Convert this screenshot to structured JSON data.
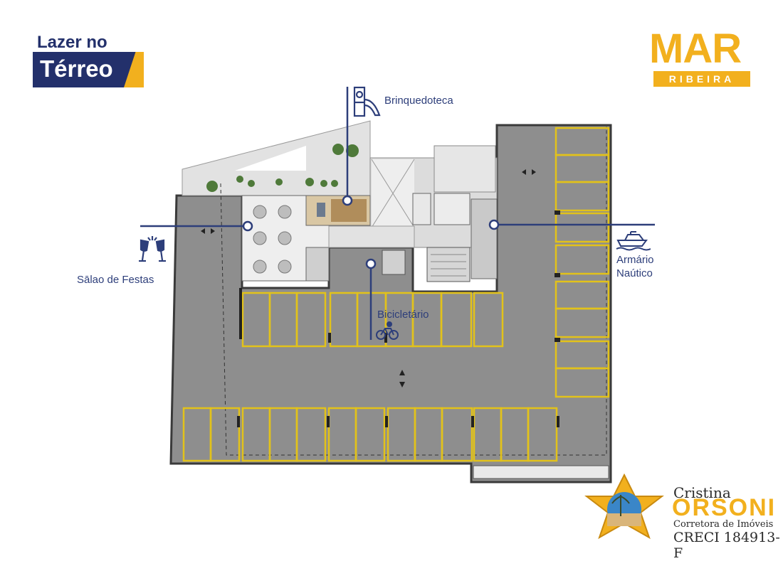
{
  "header": {
    "line1": "Lazer no",
    "line2": "Térreo"
  },
  "brand": {
    "name": "MAR",
    "sub": "RIBEIRA"
  },
  "callouts": {
    "brinquedoteca": "Brinquedoteca",
    "salao_de_festas": "Sālao de Festas",
    "armario_line1": "Armário",
    "armario_line2": "Naútico",
    "bicicletario": "Bicicletário"
  },
  "icons": {
    "brinquedoteca": "slide-icon",
    "salao": "champagne-toast-icon",
    "armario": "boat-icon",
    "bicicletario": "bicycle-icon"
  },
  "agent": {
    "first_name": "Cristina",
    "last_name": "ORSONI",
    "role": "Corretora de Imóveis",
    "creci": "CRECI 184913-F"
  },
  "colors": {
    "navy": "#23306b",
    "gold": "#f2b01e",
    "floor": "#8e8e8e",
    "parking_line": "#e2c21a"
  }
}
